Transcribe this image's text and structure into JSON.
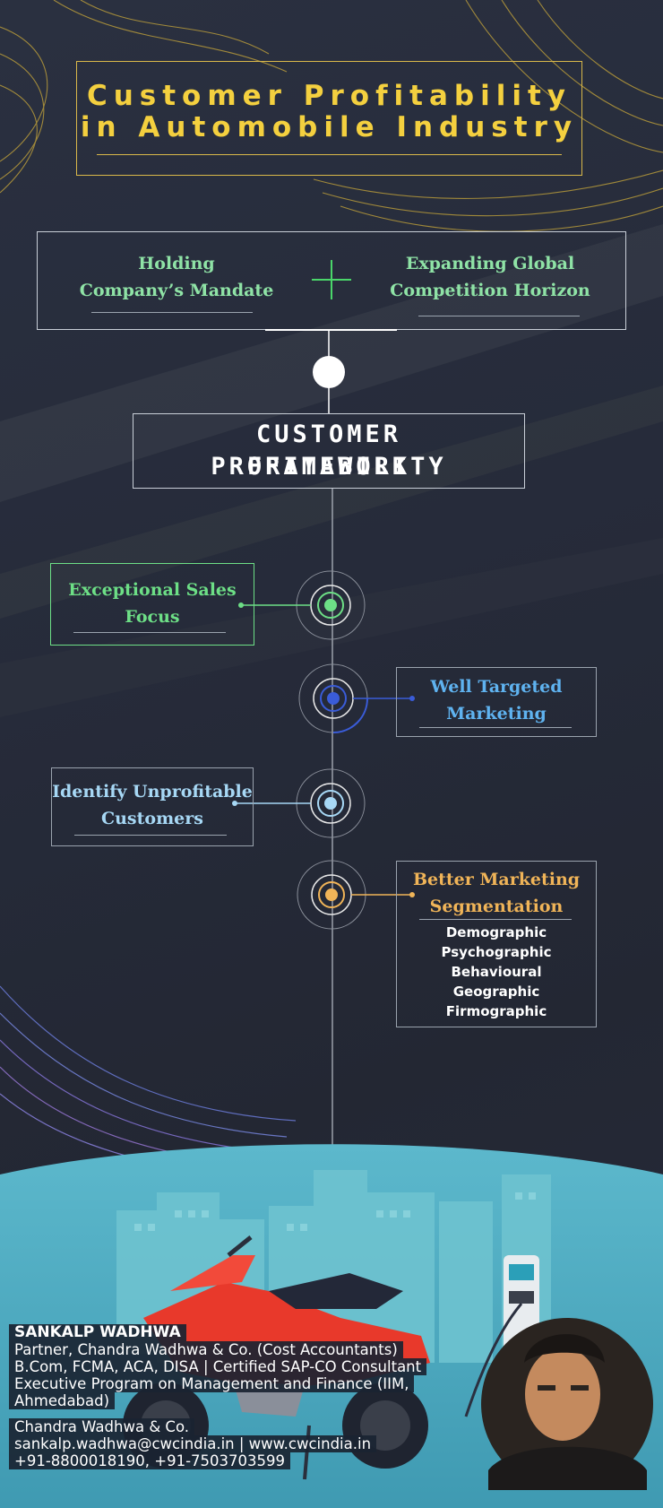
{
  "title": {
    "line1": "Customer Profitability",
    "line2": "in Automobile Industry"
  },
  "drivers": {
    "left": {
      "line1": "Holding",
      "line2": "Company’s Mandate"
    },
    "right": {
      "line1": "Expanding Global",
      "line2": "Competition Horizon"
    },
    "plus_icon": "plus-icon"
  },
  "framework": {
    "line1": "CUSTOMER PROFITABILITY",
    "line2": "FRAMEWORK"
  },
  "items": [
    {
      "line1": "Exceptional Sales",
      "line2": "Focus",
      "color": "#6ddf86"
    },
    {
      "line1": "Well Targeted",
      "line2": "Marketing",
      "color": "#5fb3f0"
    },
    {
      "line1": "Identify Unprofitable",
      "line2": "Customers",
      "color": "#a7d8f5"
    },
    {
      "line1": "Better Marketing",
      "line2": "Segmentation",
      "color": "#f0b458",
      "list": [
        "Demographic",
        "Psychographic",
        "Behavioural",
        "Geographic",
        "Firmographic"
      ]
    }
  ],
  "author": {
    "name": "SANKALP WADHWA",
    "role": "Partner, Chandra Wadhwa & Co. (Cost Accountants)",
    "credentials": "B.Com, FCMA, ACA, DISA | Certified SAP-CO Consultant",
    "program_line1": "Executive Program on Management and Finance (IIM,",
    "program_line2": "Ahmedabad)",
    "firm": "Chandra Wadhwa & Co.",
    "contact": "sankalp.wadhwa@cwcindia.in | www.cwcindia.in",
    "phones": "+91-8800018190, +91-7503703599"
  },
  "colors": {
    "gold": "#f4d03f",
    "mint": "#8fe3a6",
    "sky": "#4aa3bd"
  }
}
